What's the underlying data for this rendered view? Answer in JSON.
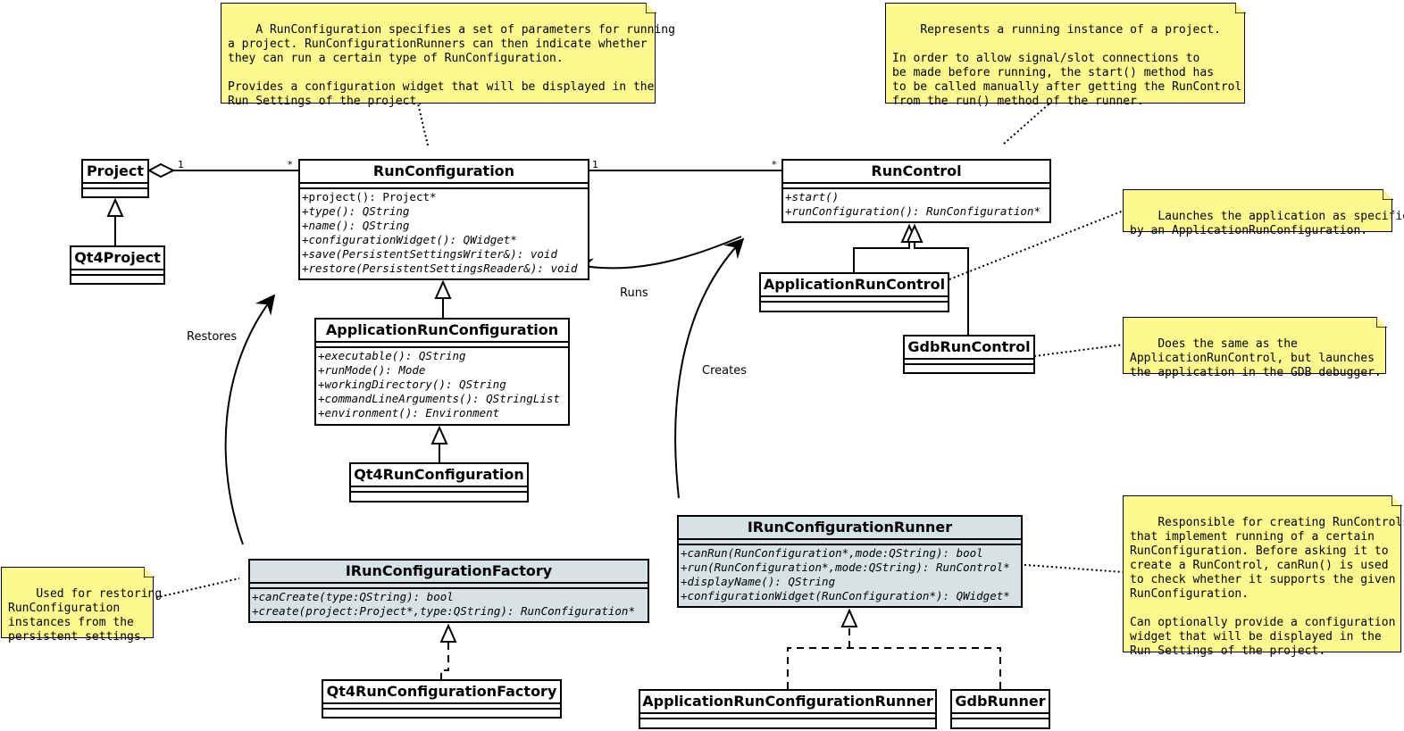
{
  "classes": {
    "project": {
      "name": "Project"
    },
    "qt4project": {
      "name": "Qt4Project"
    },
    "runconfiguration": {
      "name": "RunConfiguration",
      "ops": [
        {
          "a": "+project(): ",
          "b": "Project*",
          "b_italic": false,
          "a_italic": false
        },
        {
          "a": "+type(): ",
          "b": "QString"
        },
        {
          "a": "+name(): ",
          "b": "QString"
        },
        {
          "a": "+configurationWidget(): ",
          "b": "QWidget*"
        },
        {
          "a": "+save(PersistentSettingsWriter&): ",
          "b": "void"
        },
        {
          "a": "+restore(PersistentSettingsReader&): ",
          "b": "void"
        }
      ]
    },
    "runcontrol": {
      "name": "RunControl",
      "ops": [
        {
          "a": "+start()",
          "b": ""
        },
        {
          "a": "+runConfiguration(): ",
          "b": "RunConfiguration*"
        }
      ]
    },
    "appruncontrol": {
      "name": "ApplicationRunControl"
    },
    "gdbruncontrol": {
      "name": "GdbRunControl"
    },
    "apprunconfig": {
      "name": "ApplicationRunConfiguration",
      "ops": [
        {
          "a": "+executable(): ",
          "b": "QString"
        },
        {
          "a": "+runMode(): ",
          "b": "Mode"
        },
        {
          "a": "+workingDirectory(): ",
          "b": "QString"
        },
        {
          "a": "+commandLineArguments(): ",
          "b": "QStringList"
        },
        {
          "a": "+environment(): ",
          "b": "Environment"
        }
      ]
    },
    "qt4runconfig": {
      "name": "Qt4RunConfiguration"
    },
    "irunconfigfactory": {
      "name": "IRunConfigurationFactory",
      "ops": [
        {
          "a": "+canCreate(type:QString): ",
          "b": "bool"
        },
        {
          "a": "+create(project:Project*,type:QString): ",
          "b": "RunConfiguration*"
        }
      ]
    },
    "qt4runconfigfactory": {
      "name": "Qt4RunConfigurationFactory"
    },
    "irunconfigrunner": {
      "name": "IRunConfigurationRunner",
      "ops": [
        {
          "a": "+canRun(RunConfiguration*,mode:QString): ",
          "b": "bool"
        },
        {
          "a": "+run(RunConfiguration*,mode:QString): ",
          "b": "RunControl*"
        },
        {
          "a": "+displayName(): ",
          "b": "QString"
        },
        {
          "a": "+configurationWidget(RunConfiguration*): ",
          "b": "QWidget*"
        }
      ]
    },
    "apprunconfigrunner": {
      "name": "ApplicationRunConfigurationRunner"
    },
    "gdbrunner": {
      "name": "GdbRunner"
    }
  },
  "notes": {
    "runconfiguration": "A RunConfiguration specifies a set of parameters for running\na project. RunConfigurationRunners can then indicate whether\nthey can run a certain type of RunConfiguration.\n\nProvides a configuration widget that will be displayed in the\nRun Settings of the project.",
    "runcontrol": "Represents a running instance of a project.\n\nIn order to allow signal/slot connections to\nbe made before running, the start() method has\nto be called manually after getting the RunControl\nfrom the run() method of the runner.",
    "appruncontrol": "Launches the application as specified\nby an ApplicationRunConfiguration.",
    "gdbruncontrol": "Does the same as the\nApplicationRunControl, but launches\nthe application in the GDB debugger.",
    "factory": "Used for restoring\nRunConfiguration\ninstances from the\npersistent settings.",
    "runner": "Responsible for creating RunControls\nthat implement running of a certain\nRunConfiguration. Before asking it to\ncreate a RunControl, canRun() is used\nto check whether it supports the given\nRunConfiguration.\n\nCan optionally provide a configuration\nwidget that will be displayed in the\nRun Settings of the project."
  },
  "labels": {
    "runs": "Runs",
    "restores": "Restores",
    "creates": "Creates",
    "mult_project_one": "1",
    "mult_rc_many": "*",
    "mult_rc_one": "1",
    "mult_rctl_many": "*"
  },
  "colors": {
    "interface_fill": "#d6e2e3",
    "note_fill": "#fdf98e",
    "line": "#000000"
  }
}
